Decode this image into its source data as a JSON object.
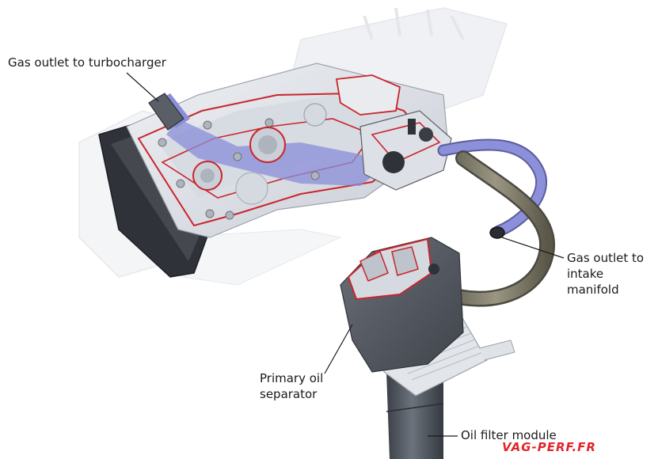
{
  "labels": {
    "gas_outlet_turbo": "Gas outlet to turbocharger",
    "gas_outlet_intake": "Gas outlet to intake manifold",
    "primary_oil_separator": "Primary oil separator",
    "oil_filter_module": "Oil filter module"
  },
  "watermark": "VAG-PERF.FR",
  "colors": {
    "housing": "#dfe3ea",
    "housing_shade": "#b9bec7",
    "cut_edge": "#c8252c",
    "gas_channel": "#8a8ed8",
    "hose": "#8c8fd9",
    "pipe": "#7d7a6a",
    "cover_dark": "#3a3d44",
    "logo": "#e3242b"
  }
}
